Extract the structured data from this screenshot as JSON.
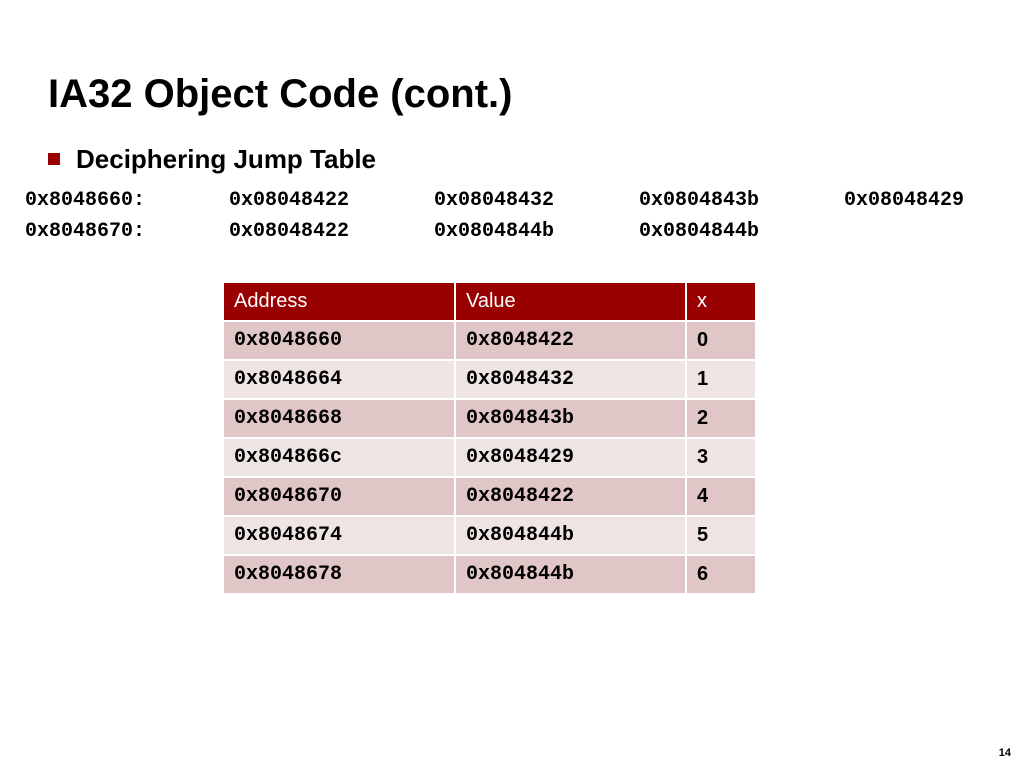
{
  "slide": {
    "title": "IA32 Object Code (cont.)",
    "bullet": "Deciphering Jump Table",
    "bullet_color": "#990000",
    "page_number": "14"
  },
  "memory_dump": {
    "rows": [
      {
        "address": "0x8048660:",
        "values": [
          "0x08048422",
          "0x08048432",
          "0x0804843b",
          "0x08048429"
        ]
      },
      {
        "address": "0x8048670:",
        "values": [
          "0x08048422",
          "0x0804844b",
          "0x0804844b"
        ]
      }
    ]
  },
  "jump_table": {
    "header_color": "#990000",
    "row_colors": [
      "#e0c6c7",
      "#efe4e4"
    ],
    "columns": [
      "Address",
      "Value",
      "x"
    ],
    "rows": [
      {
        "address": "0x8048660",
        "value": "0x8048422",
        "x": "0"
      },
      {
        "address": "0x8048664",
        "value": "0x8048432",
        "x": "1"
      },
      {
        "address": "0x8048668",
        "value": "0x804843b",
        "x": "2"
      },
      {
        "address": "0x804866c",
        "value": "0x8048429",
        "x": "3"
      },
      {
        "address": "0x8048670",
        "value": "0x8048422",
        "x": "4"
      },
      {
        "address": "0x8048674",
        "value": "0x804844b",
        "x": "5"
      },
      {
        "address": "0x8048678",
        "value": "0x804844b",
        "x": "6"
      }
    ]
  }
}
